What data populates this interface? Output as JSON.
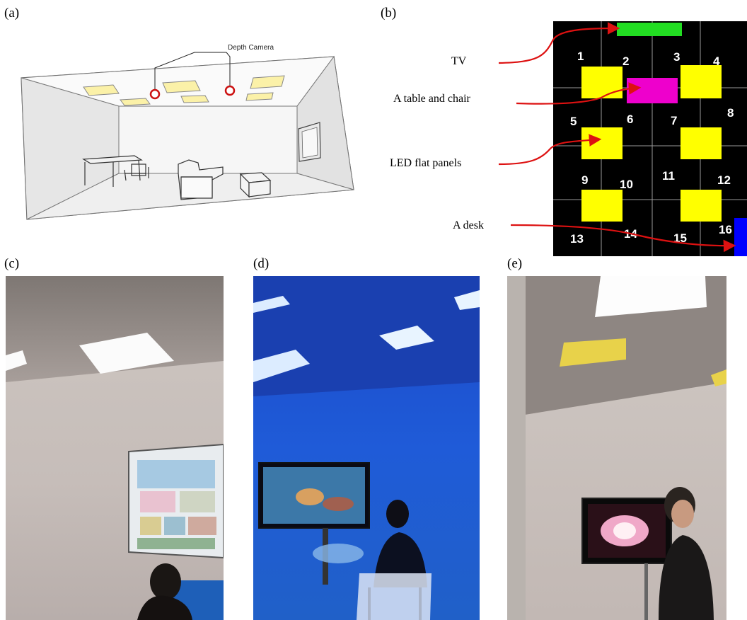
{
  "panels": {
    "a": {
      "label": "(a)",
      "callout": "Depth Camera"
    },
    "b": {
      "label": "(b)",
      "annotations": {
        "tv": "TV",
        "table_chair": "A table and chair",
        "led_panels": "LED flat panels",
        "desk": "A desk"
      },
      "grid_numbers": [
        "1",
        "2",
        "3",
        "4",
        "5",
        "6",
        "7",
        "8",
        "9",
        "10",
        "11",
        "12",
        "13",
        "14",
        "15",
        "16"
      ],
      "colors": {
        "background": "#000000",
        "grid_lines": "#9a9a9a",
        "tv": "#22dd22",
        "led_panel": "#ffff00",
        "table": "#ee00cc",
        "desk": "#0000ff",
        "arrow": "#dd1111"
      }
    },
    "c": {
      "label": "(c)"
    },
    "d": {
      "label": "(d)"
    },
    "e": {
      "label": "(e)"
    }
  }
}
